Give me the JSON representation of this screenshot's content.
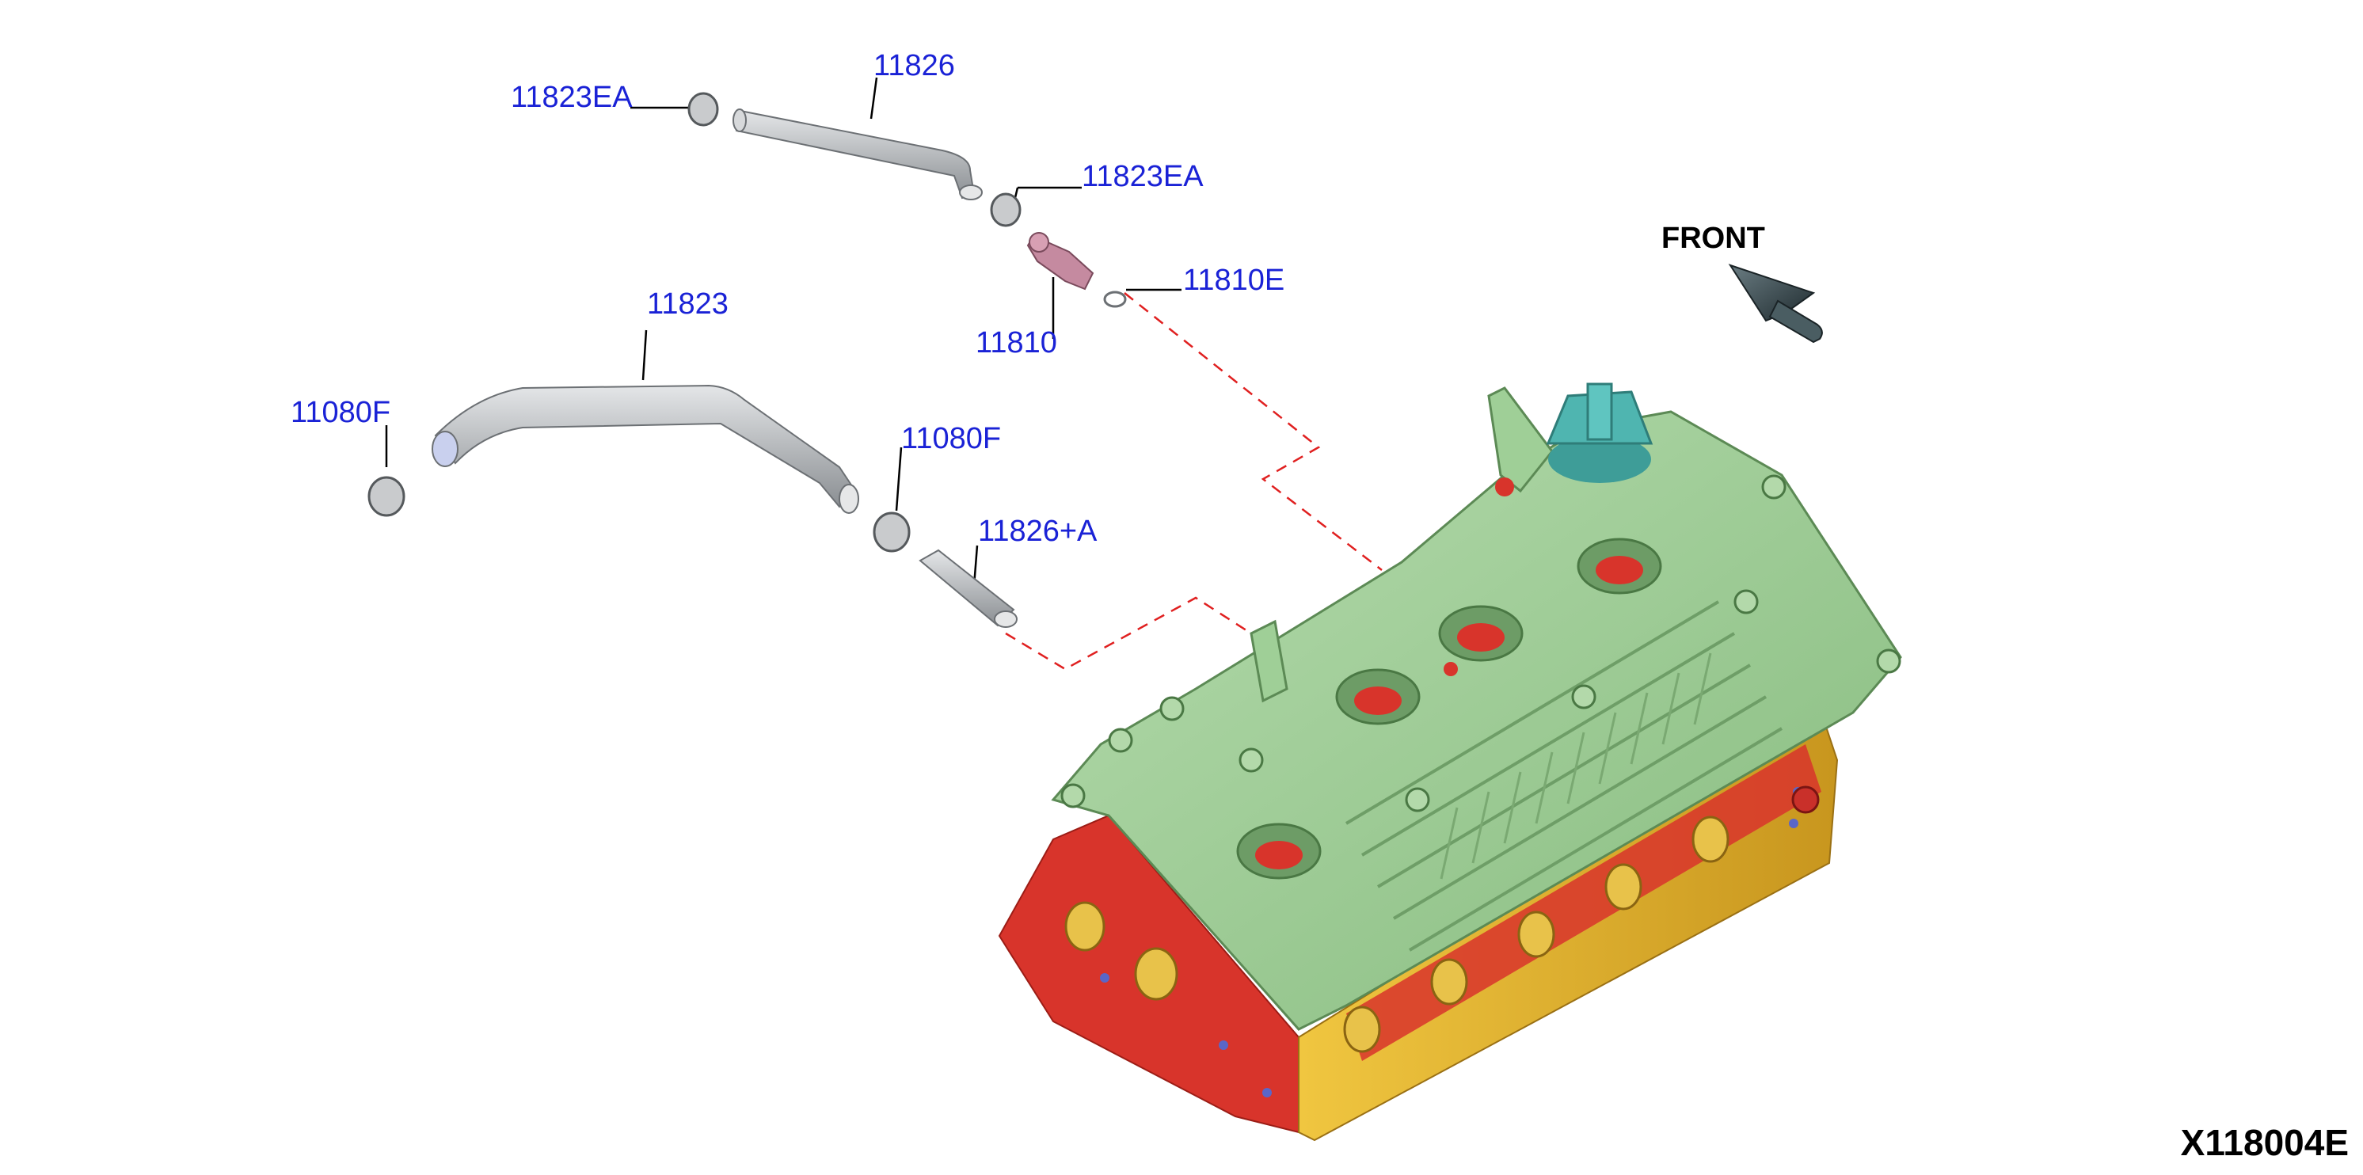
{
  "callouts": [
    {
      "id": "c1",
      "text": "11823EA"
    },
    {
      "id": "c2",
      "text": "11826"
    },
    {
      "id": "c3",
      "text": "11823EA"
    },
    {
      "id": "c4",
      "text": "11810E"
    },
    {
      "id": "c5",
      "text": "11810"
    },
    {
      "id": "c6",
      "text": "11823"
    },
    {
      "id": "c7",
      "text": "11080F"
    },
    {
      "id": "c8",
      "text": "11080F"
    },
    {
      "id": "c9",
      "text": "11826+A"
    }
  ],
  "front_label": "FRONT",
  "figure_id": "X118004E",
  "colors": {
    "callout_text": "#1a22d6",
    "leader_line": "#000000",
    "dashed_line": "#e02020",
    "rocker_cover": "#9fcf97",
    "cylinder_head": "#e0b22e",
    "block_red": "#d8342b",
    "oil_cap": "#4fb5b0",
    "hose_gray": "#b9bcc0",
    "pcv_valve": "#c58aa0",
    "arrow": "#3a4b50"
  }
}
